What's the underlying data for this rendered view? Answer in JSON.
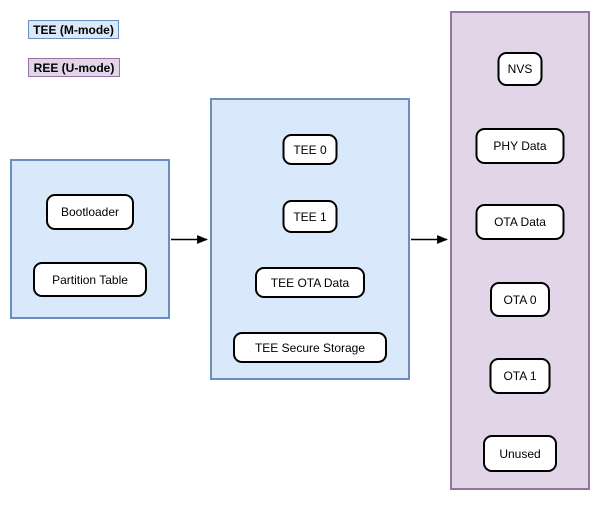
{
  "legend": {
    "tee_label": "TEE (M-mode)",
    "ree_label": "REE (U-mode)"
  },
  "containers": {
    "boot": {
      "mode": "TEE",
      "nodes": [
        {
          "label": "Bootloader"
        },
        {
          "label": "Partition Table"
        }
      ]
    },
    "tee": {
      "mode": "TEE",
      "nodes": [
        {
          "label": "TEE 0"
        },
        {
          "label": "TEE 1"
        },
        {
          "label": "TEE OTA Data"
        },
        {
          "label": "TEE Secure Storage"
        }
      ]
    },
    "ree": {
      "mode": "REE",
      "nodes": [
        {
          "label": "NVS"
        },
        {
          "label": "PHY Data"
        },
        {
          "label": "OTA Data"
        },
        {
          "label": "OTA 0"
        },
        {
          "label": "OTA 1"
        },
        {
          "label": "Unused"
        }
      ]
    }
  },
  "connectors": [
    {
      "from": "boot-group",
      "to": "tee-group"
    },
    {
      "from": "tee-group",
      "to": "ree-group"
    }
  ],
  "colors": {
    "tee_fill": "#dae8fc",
    "tee_stroke": "#6c8ebf",
    "ree_fill": "#e1d5e7",
    "ree_stroke": "#9673a6",
    "node_fill": "#ffffff",
    "node_stroke": "#000000",
    "arrow": "#000000",
    "text": "#000000",
    "background": "#ffffff"
  }
}
